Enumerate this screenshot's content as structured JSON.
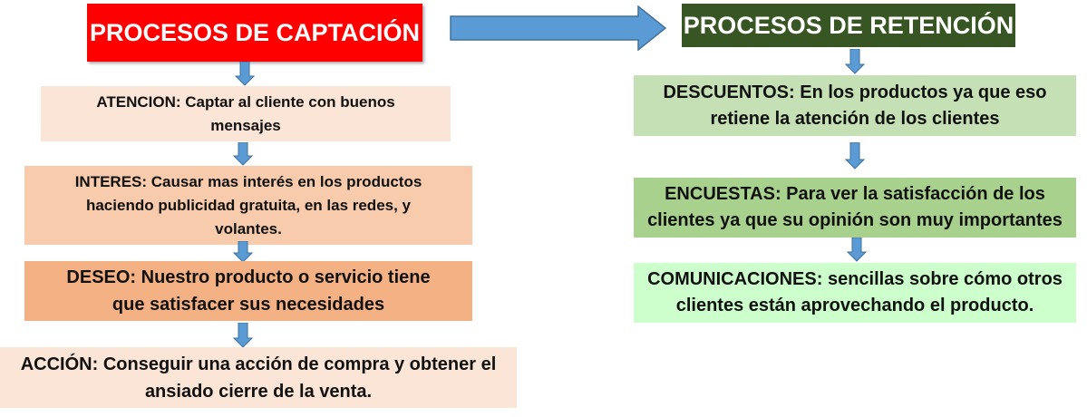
{
  "captacion": {
    "title": "PROCESOS DE CAPTACIÓN",
    "steps": [
      {
        "text": "ATENCION: Captar  al cliente con buenos mensajes"
      },
      {
        "text": "INTERES: Causar  mas interés en los productos haciendo  publicidad  gratuita,  en las redes,  y volantes."
      },
      {
        "text": "DESEO: Nuestro producto o servicio tiene que satisfacer sus necesidades"
      },
      {
        "text": "ACCIÓN: Conseguir una acción de compra y obtener el ansiado cierre de la venta."
      }
    ]
  },
  "retencion": {
    "title": "PROCESOS DE RETENCIÓN",
    "steps": [
      {
        "text": "DESCUENTOS: En los productos ya que eso retiene la atención   de los clientes"
      },
      {
        "text": "ENCUESTAS: Para ver la satisfacción de los clientes ya que su opinión son muy importantes"
      },
      {
        "text": "COMUNICACIONES: sencillas sobre cómo otros clientes están aprovechando el producto."
      }
    ]
  },
  "colors": {
    "captacion_title_bg": "#ff0000",
    "retencion_title_bg": "#375623",
    "arrow": "#5b9bd5",
    "arrow_outline": "#41719c"
  },
  "icons": {
    "connector": "down-arrow-icon",
    "main_connector": "right-arrow-icon"
  }
}
